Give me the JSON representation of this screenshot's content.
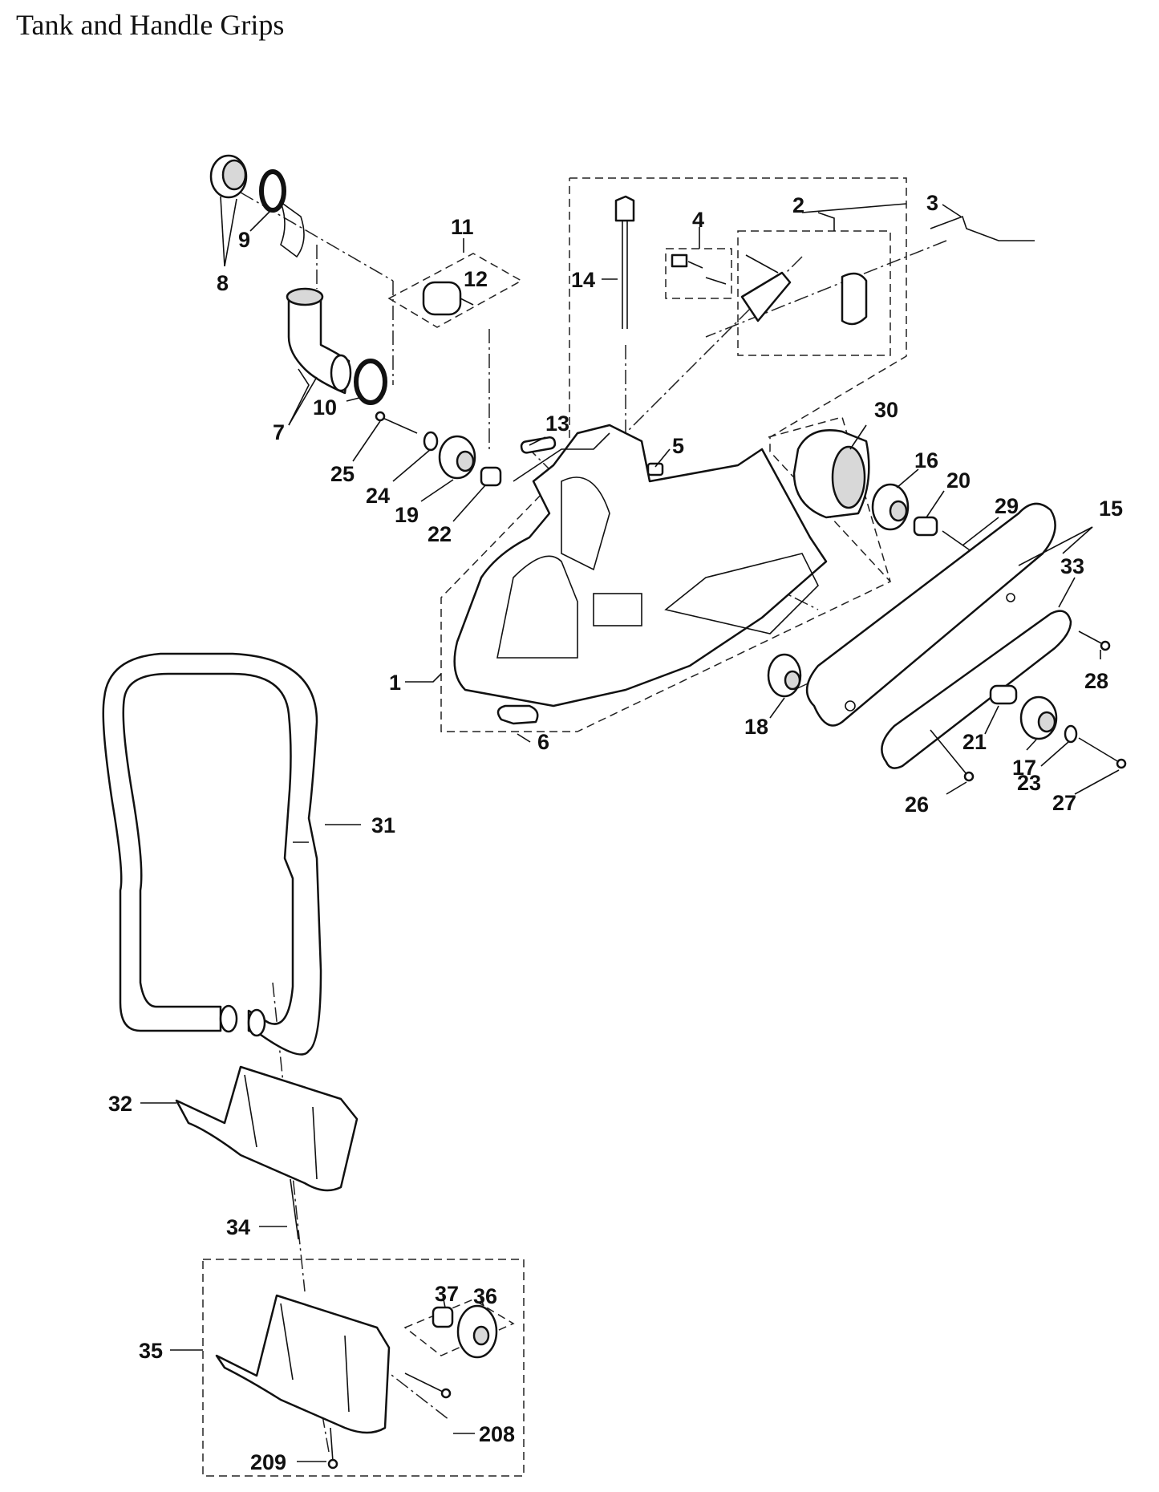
{
  "title": "Tank and Handle Grips",
  "callouts": {
    "c1": "1",
    "c2": "2",
    "c3": "3",
    "c4": "4",
    "c5": "5",
    "c6": "6",
    "c7": "7",
    "c8": "8",
    "c9": "9",
    "c10": "10",
    "c11": "11",
    "c12": "12",
    "c13": "13",
    "c14": "14",
    "c15": "15",
    "c16": "16",
    "c17": "17",
    "c18": "18",
    "c19": "19",
    "c20": "20",
    "c21": "21",
    "c22": "22",
    "c23": "23",
    "c24": "24",
    "c25": "25",
    "c26": "26",
    "c27": "27",
    "c28": "28",
    "c29": "29",
    "c30": "30",
    "c31": "31",
    "c32": "32",
    "c33": "33",
    "c34": "34",
    "c35": "35",
    "c36": "36",
    "c37": "37",
    "c208": "208",
    "c209": "209"
  }
}
